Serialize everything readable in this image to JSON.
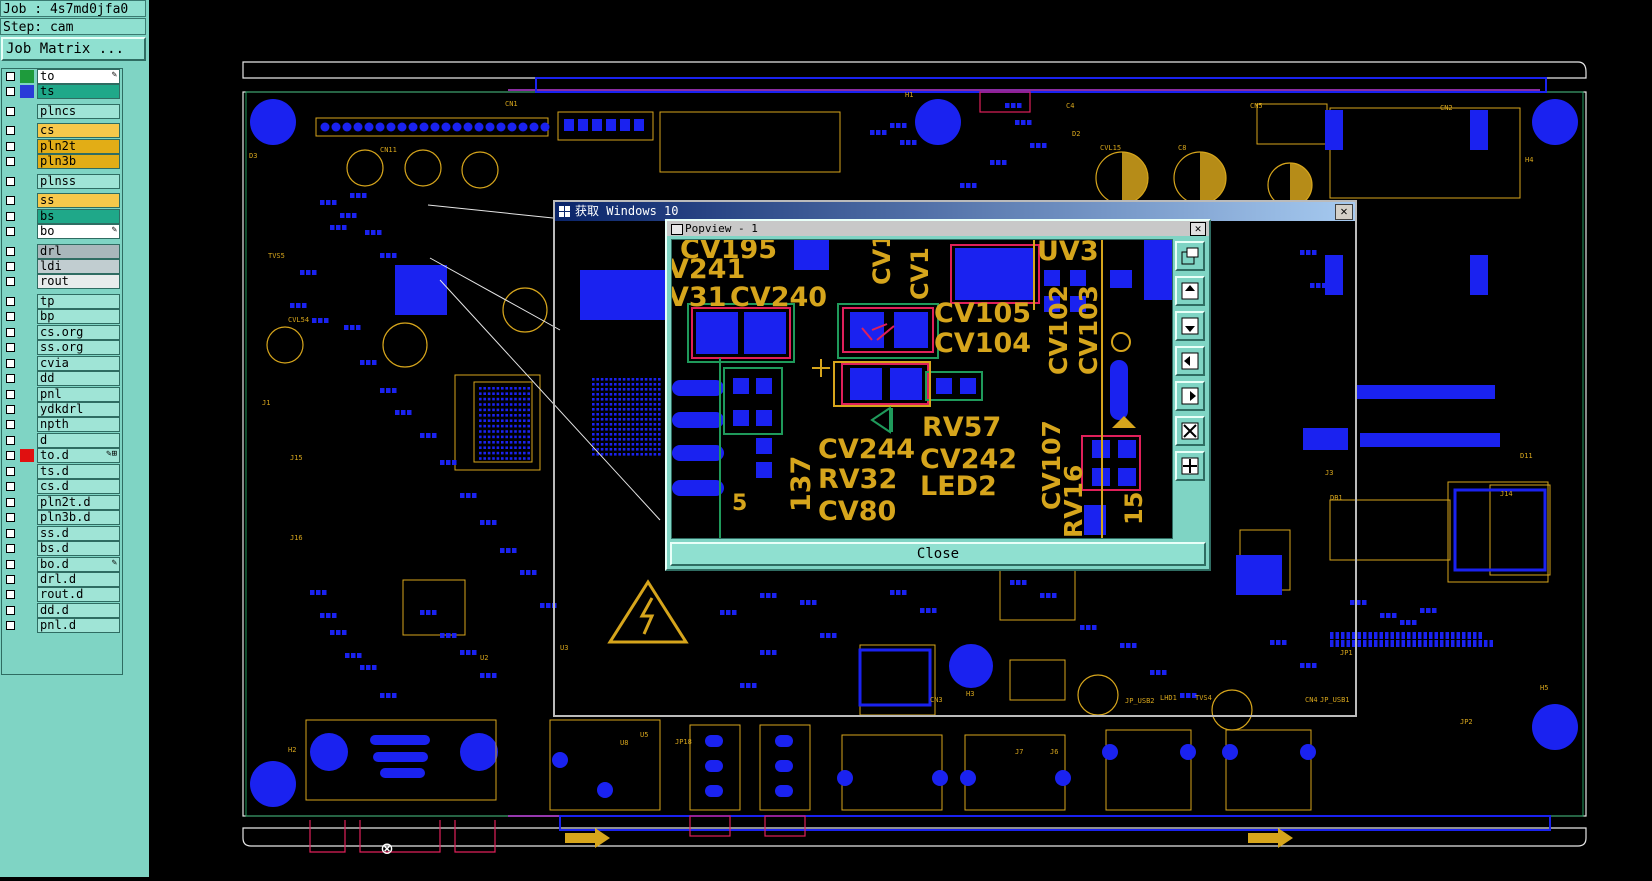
{
  "header": {
    "job": "Job : 4s7md0jfa0",
    "step": "Step: cam",
    "matrix_button": "Job Matrix ..."
  },
  "layers": [
    {
      "name": "to",
      "swatch": "#1e9b3c",
      "bg": "#ffffff",
      "edit": "✎"
    },
    {
      "name": "ts",
      "swatch": "#2a3bd8",
      "bg": "#1fa889",
      "edit": ""
    },
    {
      "name": "plncs",
      "swatch": "",
      "bg": "#9fe4d6",
      "edit": ""
    },
    {
      "name": "cs",
      "swatch": "",
      "bg": "#f7c84b",
      "edit": ""
    },
    {
      "name": "pln2t",
      "swatch": "",
      "bg": "#e2ad16",
      "edit": ""
    },
    {
      "name": "pln3b",
      "swatch": "",
      "bg": "#e2ad16",
      "edit": ""
    },
    {
      "name": "plnss",
      "swatch": "",
      "bg": "#9fe4d6",
      "edit": ""
    },
    {
      "name": "ss",
      "swatch": "",
      "bg": "#f7c84b",
      "edit": ""
    },
    {
      "name": "bs",
      "swatch": "",
      "bg": "#1fa889",
      "edit": ""
    },
    {
      "name": "bo",
      "swatch": "",
      "bg": "#ffffff",
      "edit": "✎"
    },
    {
      "name": "drl",
      "swatch": "",
      "bg": "#a9b7bb",
      "edit": ""
    },
    {
      "name": "ldi",
      "swatch": "",
      "bg": "#c1cdd0",
      "edit": ""
    },
    {
      "name": "rout",
      "swatch": "",
      "bg": "#e8ecec",
      "edit": ""
    },
    {
      "name": "tp",
      "swatch": "",
      "bg": "#9fe4d6",
      "edit": ""
    },
    {
      "name": "bp",
      "swatch": "",
      "bg": "#9fe4d6",
      "edit": ""
    },
    {
      "name": "cs.org",
      "swatch": "",
      "bg": "#9fe4d6",
      "edit": ""
    },
    {
      "name": "ss.org",
      "swatch": "",
      "bg": "#9fe4d6",
      "edit": ""
    },
    {
      "name": "cvia",
      "swatch": "",
      "bg": "#9fe4d6",
      "edit": ""
    },
    {
      "name": "dd",
      "swatch": "",
      "bg": "#9fe4d6",
      "edit": ""
    },
    {
      "name": "pnl",
      "swatch": "",
      "bg": "#9fe4d6",
      "edit": ""
    },
    {
      "name": "ydkdrl",
      "swatch": "",
      "bg": "#9fe4d6",
      "edit": ""
    },
    {
      "name": "npth",
      "swatch": "",
      "bg": "#9fe4d6",
      "edit": ""
    },
    {
      "name": "d",
      "swatch": "",
      "bg": "#9fe4d6",
      "edit": ""
    },
    {
      "name": "to.d",
      "swatch": "#e01010",
      "bg": "#9fe4d6",
      "edit": "✎⊞"
    },
    {
      "name": "ts.d",
      "swatch": "",
      "bg": "#9fe4d6",
      "edit": ""
    },
    {
      "name": "cs.d",
      "swatch": "",
      "bg": "#9fe4d6",
      "edit": ""
    },
    {
      "name": "pln2t.d",
      "swatch": "",
      "bg": "#9fe4d6",
      "edit": ""
    },
    {
      "name": "pln3b.d",
      "swatch": "",
      "bg": "#9fe4d6",
      "edit": ""
    },
    {
      "name": "ss.d",
      "swatch": "",
      "bg": "#9fe4d6",
      "edit": ""
    },
    {
      "name": "bs.d",
      "swatch": "",
      "bg": "#9fe4d6",
      "edit": ""
    },
    {
      "name": "bo.d",
      "swatch": "",
      "bg": "#9fe4d6",
      "edit": "✎"
    },
    {
      "name": "drl.d",
      "swatch": "",
      "bg": "#9fe4d6",
      "edit": ""
    },
    {
      "name": "rout.d",
      "swatch": "",
      "bg": "#9fe4d6",
      "edit": ""
    },
    {
      "name": "dd.d",
      "swatch": "",
      "bg": "#9fe4d6",
      "edit": ""
    },
    {
      "name": "pnl.d",
      "swatch": "",
      "bg": "#9fe4d6",
      "edit": ""
    }
  ],
  "capture_window": {
    "title": "获取 Windows 10",
    "close": "✕"
  },
  "popview": {
    "title": "Popview - 1",
    "close": "✕",
    "close_button": "Close",
    "labels": [
      "CV195",
      "CV1",
      "CV1",
      "UV3",
      "V241",
      "V31",
      "CV240",
      "CV105",
      "CV104",
      "CV102",
      "CV103",
      "137",
      "CV244",
      "RV57",
      "CV242",
      "RV32",
      "LED2",
      "CV80",
      "CV107",
      "RV16",
      "15",
      "5"
    ]
  },
  "board": {
    "labels": [
      "H1",
      "H2",
      "H3",
      "H4",
      "H5",
      "CN1",
      "CN2",
      "CN3",
      "CN4",
      "CN5",
      "CN11",
      "CVL54",
      "CVL15",
      "C8",
      "C4",
      "D11",
      "J7",
      "J6",
      "J14",
      "J15",
      "J16",
      "U2",
      "U3",
      "U5",
      "DB1",
      "JP1",
      "JP2",
      "JP18",
      "JP_USB1",
      "JP_USB2",
      "LHD1",
      "TVS4",
      "TVS5",
      "D3",
      "D2",
      "J1",
      "J3",
      "U8"
    ],
    "colors": {
      "copper": "#1a22f0",
      "silk": "#d6a51c",
      "outline": "#e6e6e6",
      "pad_edge": "#e0205a"
    }
  }
}
